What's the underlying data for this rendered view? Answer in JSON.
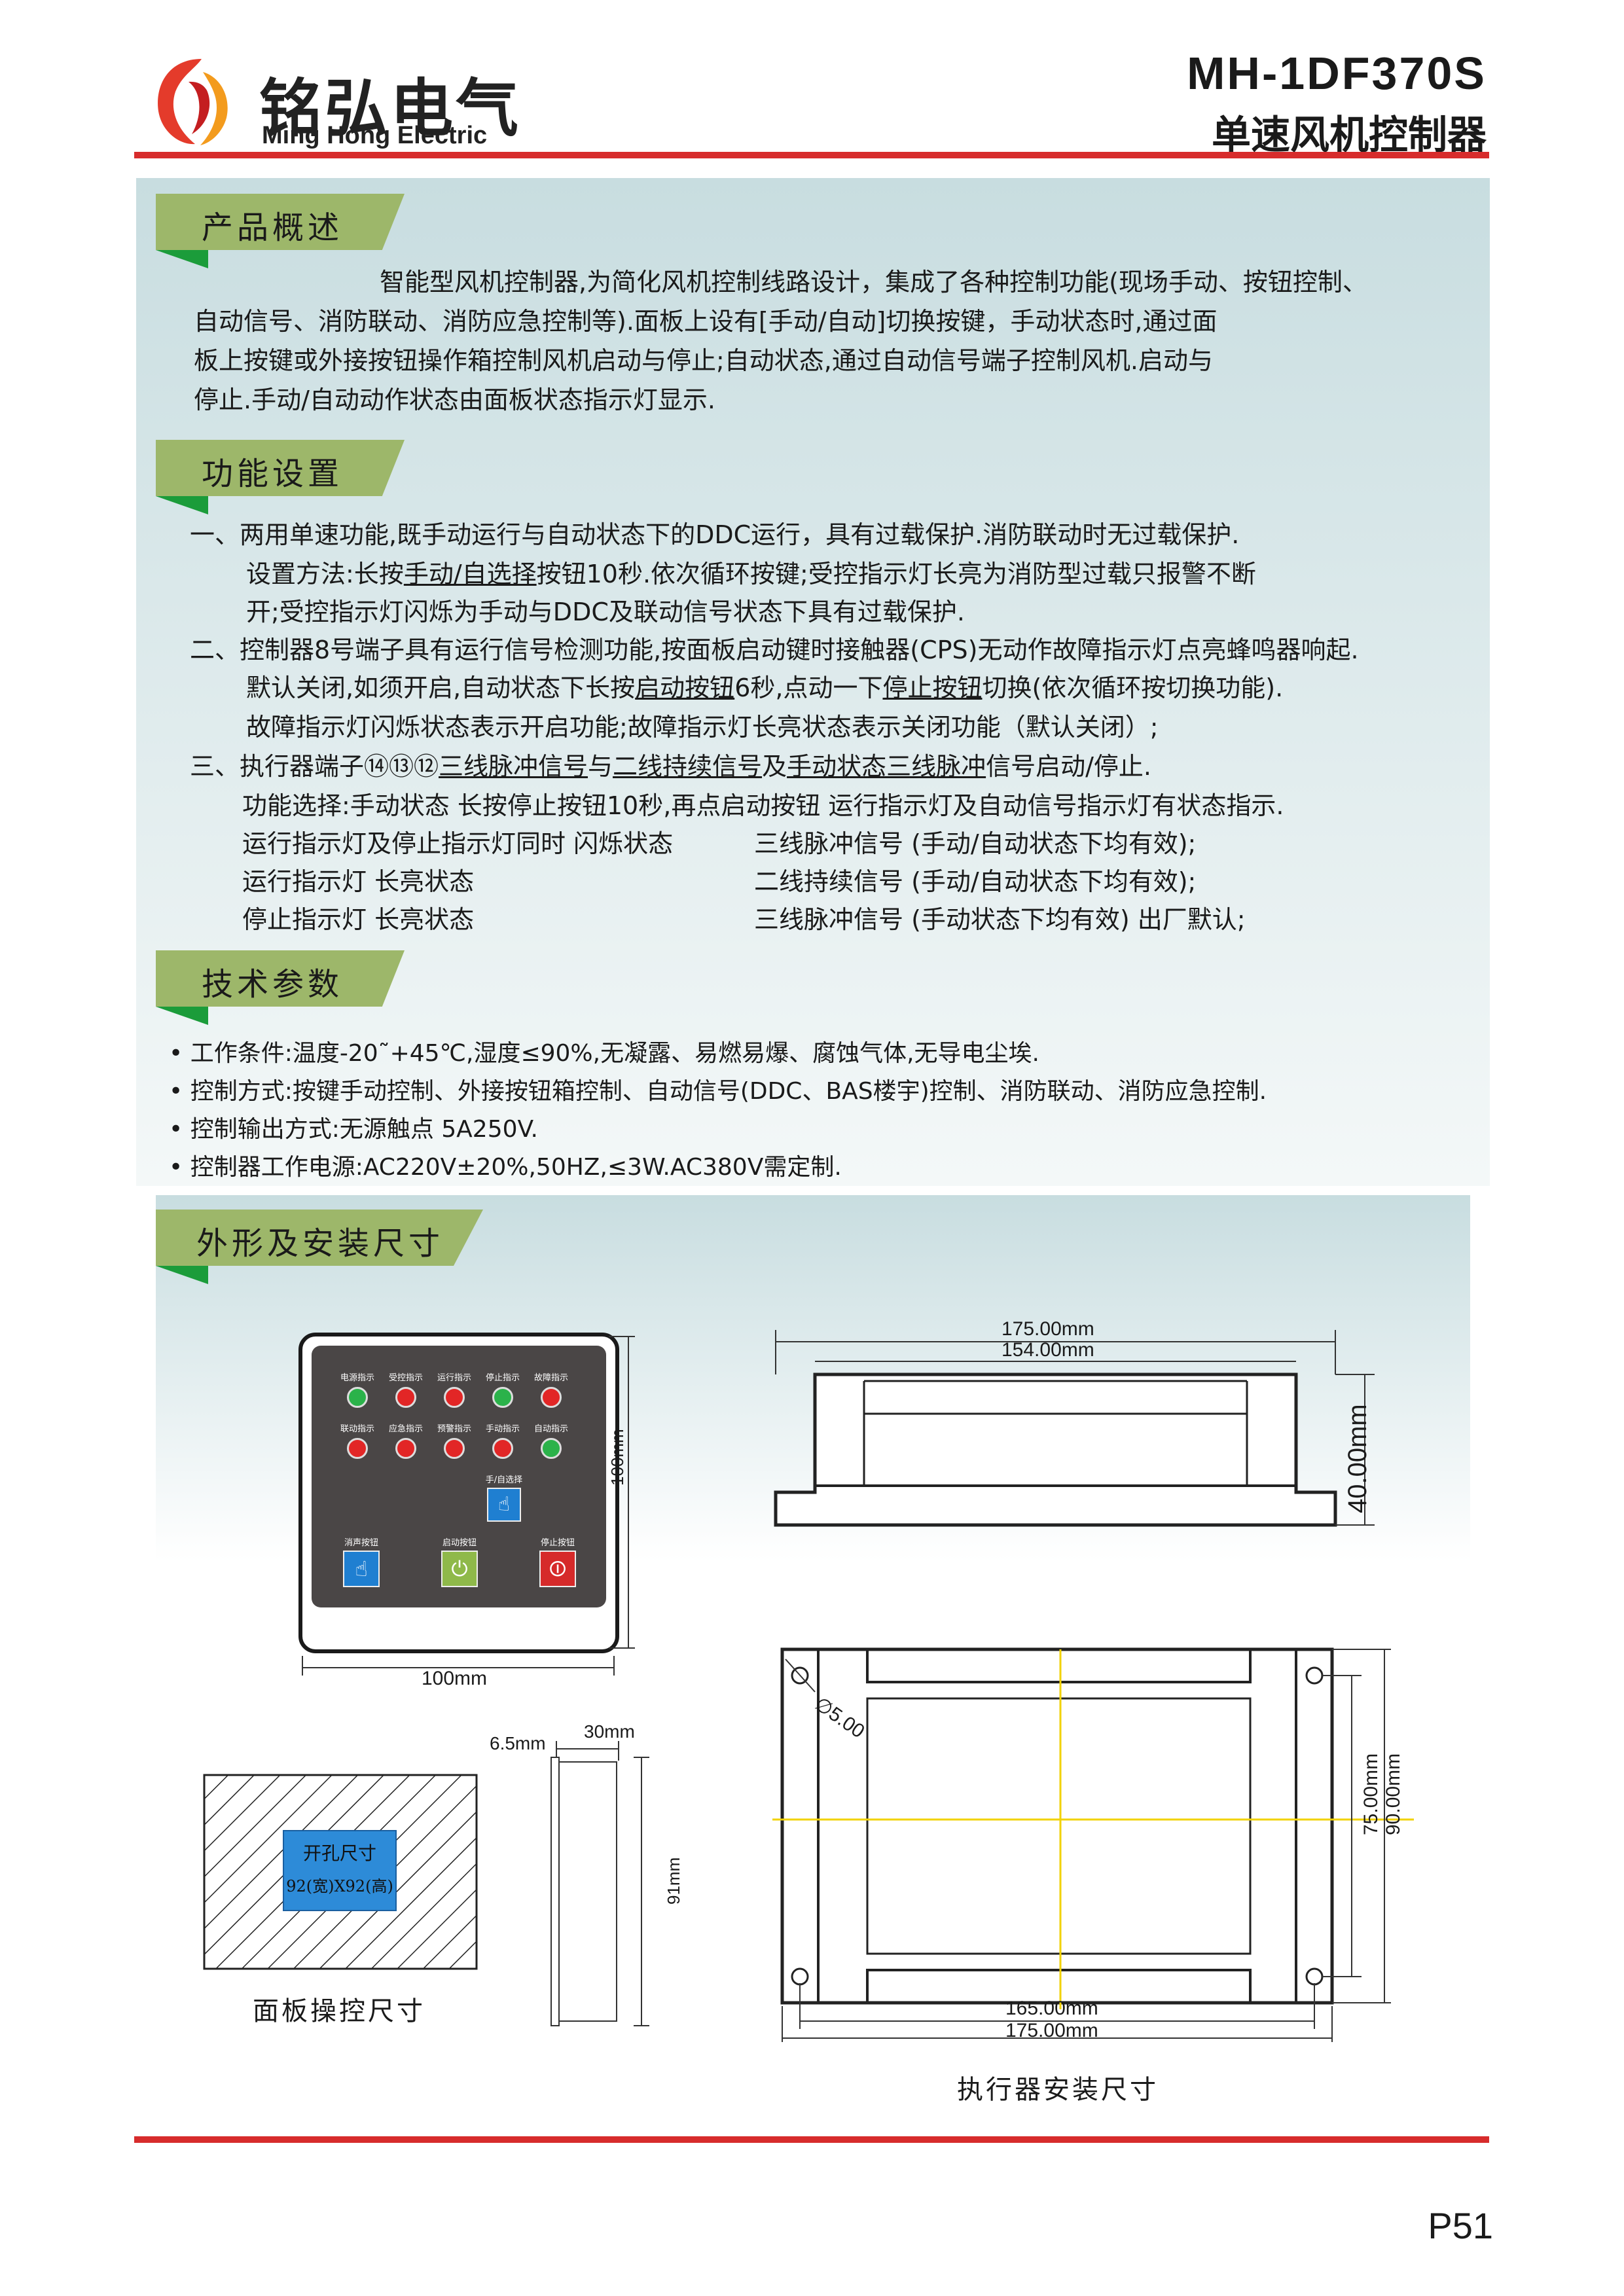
{
  "header": {
    "brand_cn": "铭弘电气",
    "brand_en": "Ming Hong Electric",
    "model": "MH-1DF370S",
    "subtitle": "单速风机控制器"
  },
  "overview": {
    "heading": "产品概述",
    "lines": [
      "智能型风机控制器,为简化风机控制线路设计，集成了各种控制功能(现场手动、按钮控制、",
      "自动信号、消防联动、消防应急控制等).面板上设有[手动/自动]切换按键，手动状态时,通过面",
      "板上按键或外接按钮操作箱控制风机启动与停止;自动状态,通过自动信号端子控制风机.启动与",
      "停止.手动/自动动作状态由面板状态指示灯显示."
    ]
  },
  "functions": {
    "heading": "功能设置",
    "l1a": "一、两用单速功能,既手动运行与自动状态下的DDC运行，具有过载保护.消防联动时无过载保护.",
    "l1b_pre": "设置方法:长按",
    "l1b_u": "手动/自选择",
    "l1b_post": "按钮10秒.依次循环按键;受控指示灯长亮为消防型过载只报警不断",
    "l1c": "开;受控指示灯闪烁为手动与DDC及联动信号状态下具有过载保护.",
    "l2a": "二、控制器8号端子具有运行信号检测功能,按面板启动键时接触器(CPS)无动作故障指示灯点亮蜂鸣器响起.",
    "l2b_pre": "默认关闭,如须开启,自动状态下长按",
    "l2b_u1": "启动按钮",
    "l2b_mid": "6秒,点动一下",
    "l2b_u2": "停止按钮",
    "l2b_post": "切换(依次循环按切换功能).",
    "l2c": "故障指示灯闪烁状态表示开启功能;故障指示灯长亮状态表示关闭功能（默认关闭）;",
    "l3a_pre": "三、执行器端子⑭⑬⑫",
    "l3a_u1": "三线脉冲信号",
    "l3a_mid1": "与",
    "l3a_u2": "二线持续信号",
    "l3a_mid2": "及",
    "l3a_u3": "手动状态三线脉冲",
    "l3a_post": "信号启动/停止.",
    "l3b": "功能选择:手动状态 长按停止按钮10秒,再点启动按钮 运行指示灯及自动信号指示灯有状态指示.",
    "table_left": [
      "运行指示灯及停止指示灯同时 闪烁状态",
      "运行指示灯 长亮状态",
      "停止指示灯 长亮状态"
    ],
    "table_right": [
      "三线脉冲信号 (手动/自动状态下均有效);",
      "二线持续信号 (手动/自动状态下均有效);",
      "三线脉冲信号 (手动状态下均有效) 出厂默认;"
    ]
  },
  "specs": {
    "heading": "技术参数",
    "items": [
      "工作条件:温度-20˜+45℃,湿度≤90%,无凝露、易燃易爆、腐蚀气体,无导电尘埃.",
      "控制方式:按键手动控制、外接按钮箱控制、自动信号(DDC、BAS楼宇)控制、消防联动、消防应急控制.",
      "控制输出方式:无源触点 5A250V.",
      "控制器工作电源:AC220V±20%,50HZ,≤3W.AC380V需定制."
    ]
  },
  "dimensions": {
    "heading": "外形及安装尺寸",
    "panel_leds_row1": [
      "电源指示",
      "受控指示",
      "运行指示",
      "停止指示",
      "故障指示"
    ],
    "panel_leds_row2": [
      "联动指示",
      "应急指示",
      "预警指示",
      "手动指示",
      "自动指示"
    ],
    "mode_button": "手/自选择",
    "buttons": [
      "消声按钮",
      "启动按钮",
      "停止按钮"
    ],
    "panel_height": "100mm",
    "panel_width": "100mm",
    "side_depth": "6.5mm",
    "side_width": "30mm",
    "side_height": "91mm",
    "cutout_title": "开孔尺寸",
    "cutout_size": "92(宽)X92(高)",
    "caption_panel": "面板操控尺寸",
    "top_outer": "175.00mm",
    "top_inner": "154.00mm",
    "top_height": "40.00mm",
    "hole": "∅5.00",
    "base_inner_h": "75.00mm",
    "base_outer_h": "90.00mm",
    "base_inner_w": "165.00mm",
    "base_outer_w": "175.00mm",
    "caption_actuator": "执行器安装尺寸"
  },
  "page": "P51",
  "colors": {
    "red_rule": "#d72c2c",
    "tag_green": "#9db76a",
    "tag_fold": "#1b9c3a",
    "panel_bg": "#c8dde0"
  }
}
